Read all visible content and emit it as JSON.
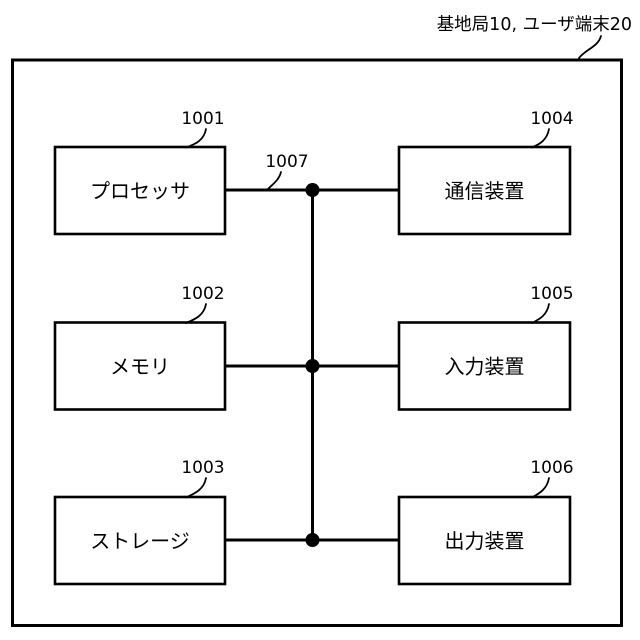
{
  "diagram": {
    "title": "基地局10, ユーザ端末20",
    "bus": {
      "ref": "1007"
    },
    "blocks": [
      {
        "id": "processor",
        "label": "プロセッサ",
        "ref": "1001",
        "column": "left"
      },
      {
        "id": "memory",
        "label": "メモリ",
        "ref": "1002",
        "column": "left"
      },
      {
        "id": "storage",
        "label": "ストレージ",
        "ref": "1003",
        "column": "left"
      },
      {
        "id": "communication-device",
        "label": "通信装置",
        "ref": "1004",
        "column": "right"
      },
      {
        "id": "input-device",
        "label": "入力装置",
        "ref": "1005",
        "column": "right"
      },
      {
        "id": "output-device",
        "label": "出力装置",
        "ref": "1006",
        "column": "right"
      }
    ],
    "colors": {
      "line": "#000000",
      "background": "#ffffff"
    }
  }
}
